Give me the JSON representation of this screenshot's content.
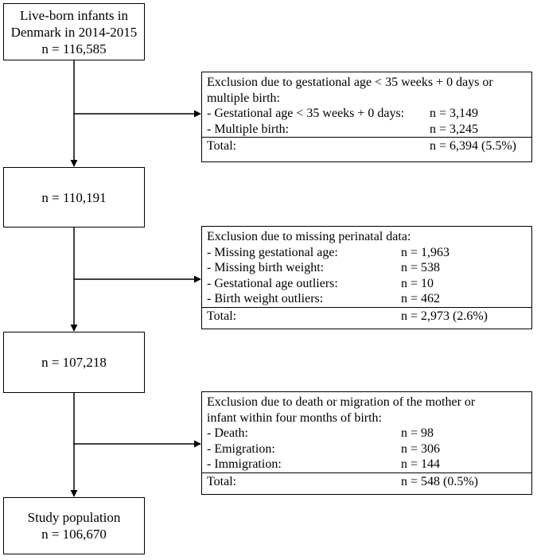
{
  "main_boxes": [
    {
      "lines": [
        "Live-born infants in",
        "Denmark in 2014-2015",
        "n = 116,585"
      ]
    },
    {
      "lines": [
        "n = 110,191"
      ]
    },
    {
      "lines": [
        "n = 107,218"
      ]
    },
    {
      "lines": [
        "Study population",
        "n = 106,670"
      ]
    }
  ],
  "exclusions": [
    {
      "header": [
        "Exclusion due to gestational age < 35 weeks + 0 days or",
        "multiple birth:"
      ],
      "rows": [
        {
          "label": "- Gestational age < 35 weeks + 0 days:",
          "value": "n = 3,149"
        },
        {
          "label": "- Multiple birth:",
          "value": "n = 3,245"
        }
      ],
      "total": {
        "label": "Total:",
        "value": "n = 6,394 (5.5%)"
      }
    },
    {
      "header": [
        "Exclusion due to missing perinatal data:"
      ],
      "rows": [
        {
          "label": "- Missing gestational age:",
          "value": "n = 1,963"
        },
        {
          "label": "- Missing birth weight:",
          "value": "n = 538"
        },
        {
          "label": "- Gestational age outliers:",
          "value": "n = 10"
        },
        {
          "label": "- Birth weight outliers:",
          "value": "n = 462"
        }
      ],
      "total": {
        "label": "Total:",
        "value": "n = 2,973 (2.6%)"
      }
    },
    {
      "header": [
        "Exclusion due to death or migration of the mother or",
        "infant within four months of birth:"
      ],
      "rows": [
        {
          "label": "- Death:",
          "value": "n = 98"
        },
        {
          "label": "- Emigration:",
          "value": "n = 306"
        },
        {
          "label": "- Immigration:",
          "value": "n = 144"
        }
      ],
      "total": {
        "label": "Total:",
        "value": "n = 548 (0.5%)"
      }
    }
  ]
}
